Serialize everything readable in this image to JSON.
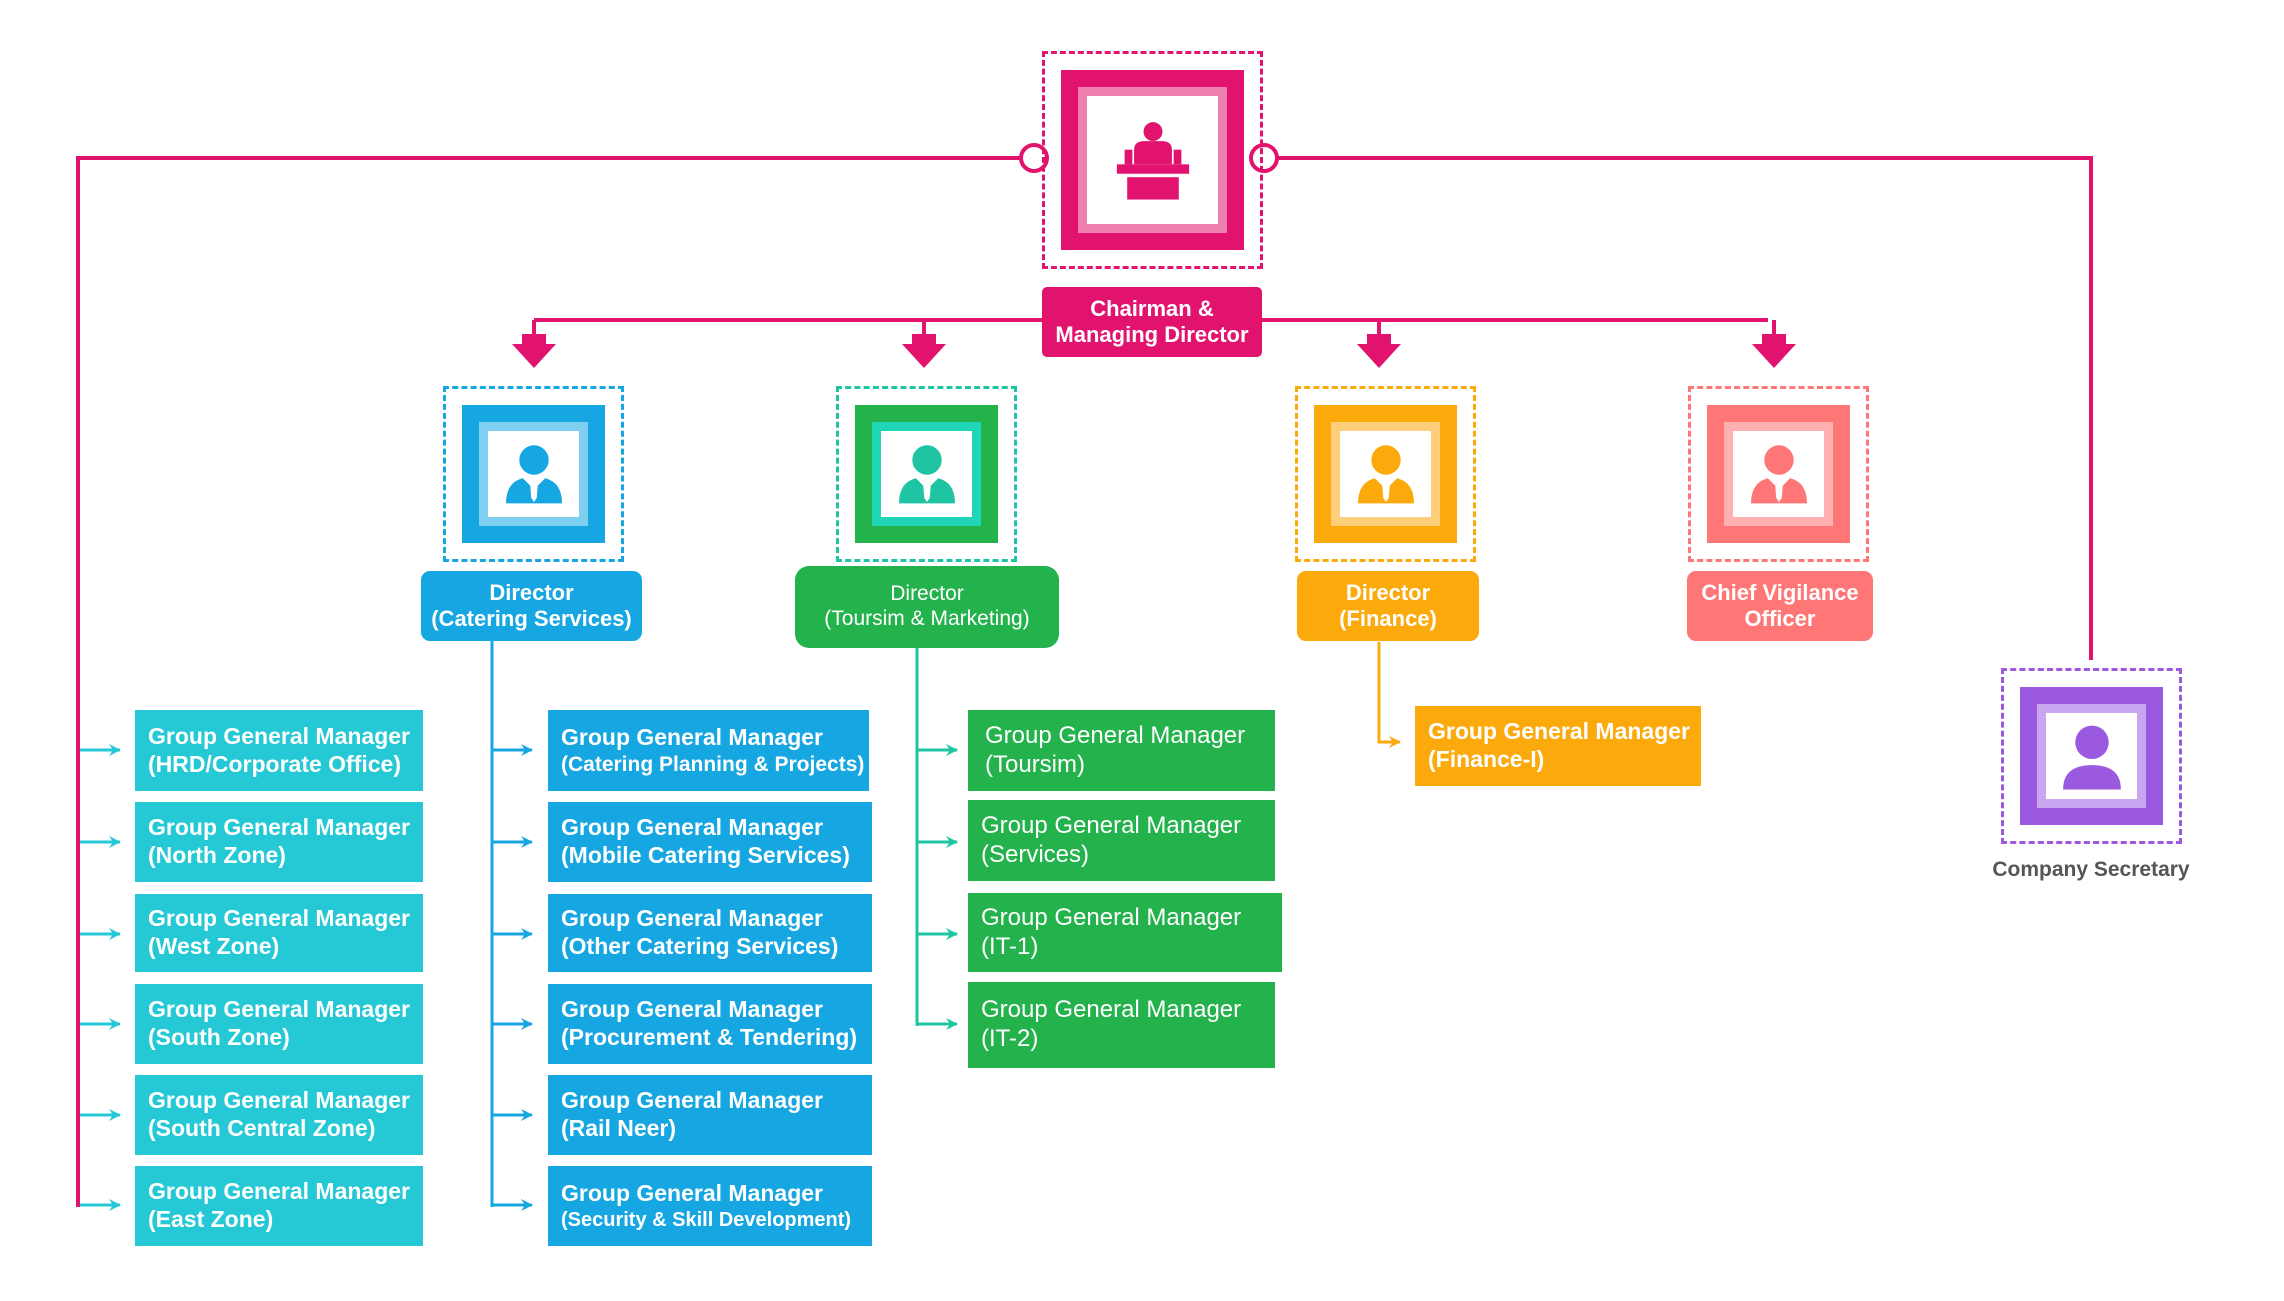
{
  "colors": {
    "pink": "#e2136e",
    "blue": "#16a6e1",
    "green": "#23b24b",
    "orange": "#fca90c",
    "salmon": "#ff7677",
    "purple": "#9b59e0",
    "cyan": "#25c9d5",
    "teal_line": "#1fc4a2"
  },
  "icons": {
    "chairman": "podium-speaker-icon",
    "director": "businessman-icon",
    "secretary": "user-icon"
  },
  "chairman": {
    "line1": "Chairman &",
    "line2": "Managing Director"
  },
  "directors": [
    {
      "line1": "Director",
      "line2": "(Catering Services)"
    },
    {
      "line1": "Director",
      "line2": "(Toursim & Marketing)"
    },
    {
      "line1": "Director",
      "line2": "(Finance)"
    },
    {
      "line1": "Chief Vigilance",
      "line2": "Officer"
    }
  ],
  "company_secretary": {
    "label": "Company Secretary"
  },
  "zone_gms": [
    {
      "title": "Group General Manager",
      "unit": "(HRD/Corporate Office)"
    },
    {
      "title": "Group General Manager",
      "unit": "(North Zone)"
    },
    {
      "title": "Group General Manager",
      "unit": "(West Zone)"
    },
    {
      "title": "Group General Manager",
      "unit": "(South Zone)"
    },
    {
      "title": "Group General Manager",
      "unit": "(South Central Zone)"
    },
    {
      "title": "Group General Manager",
      "unit": "(East Zone)"
    }
  ],
  "catering_gms": [
    {
      "title": "Group General Manager",
      "unit": "(Catering Planning & Projects)"
    },
    {
      "title": "Group General Manager",
      "unit": "(Mobile Catering Services)"
    },
    {
      "title": "Group General Manager",
      "unit": "(Other Catering Services)"
    },
    {
      "title": "Group General Manager",
      "unit": "(Procurement & Tendering)"
    },
    {
      "title": "Group General Manager",
      "unit": "(Rail Neer)"
    },
    {
      "title": "Group General Manager",
      "unit": "(Security & Skill Development)"
    }
  ],
  "tourism_gms": [
    {
      "title": "Group General Manager",
      "unit": "(Toursim)"
    },
    {
      "title": "Group General Manager",
      "unit": "(Services)"
    },
    {
      "title": "Group General Manager",
      "unit": "(IT-1)"
    },
    {
      "title": "Group General Manager",
      "unit": "(IT-2)"
    }
  ],
  "finance_gms": [
    {
      "title": "Group General Manager",
      "unit": "(Finance-I)"
    }
  ]
}
